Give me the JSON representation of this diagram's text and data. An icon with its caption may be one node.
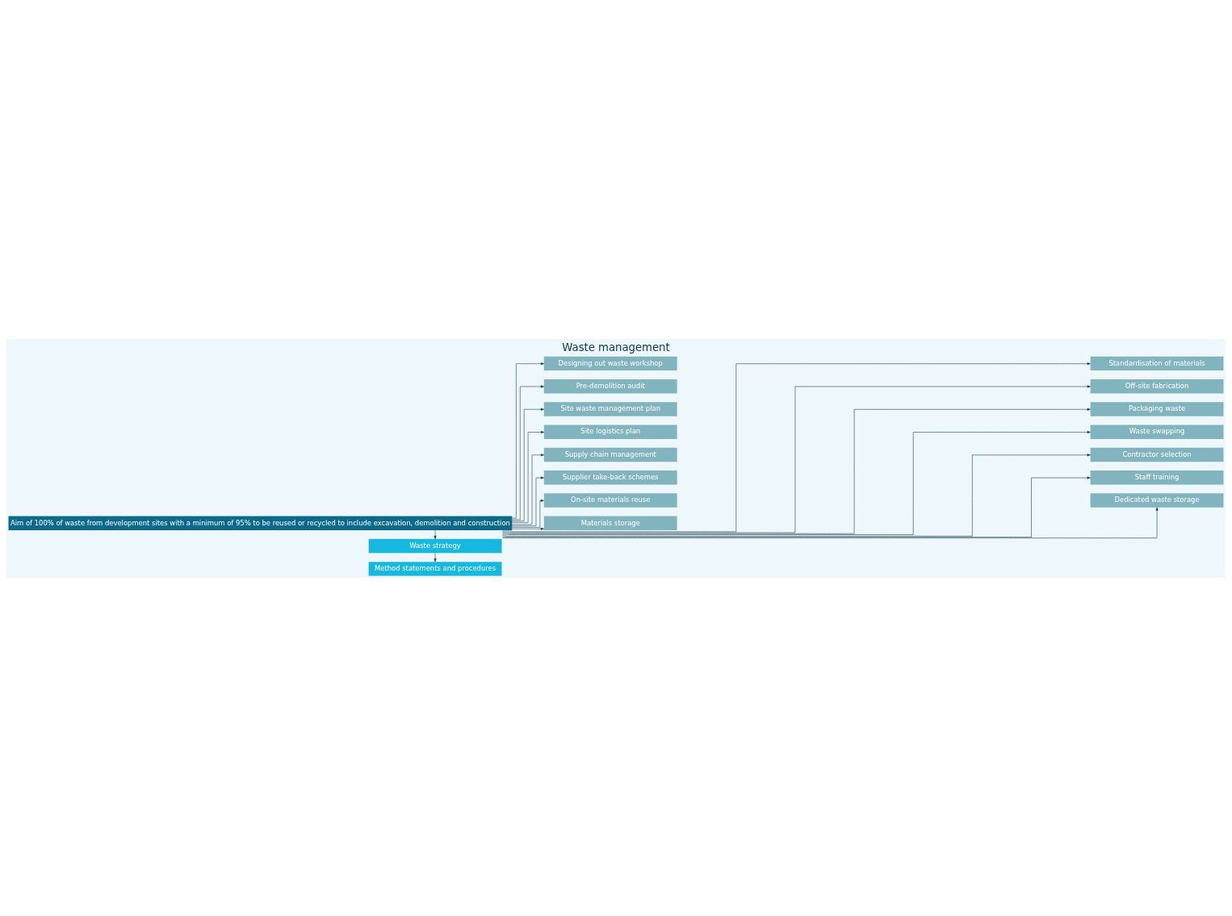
{
  "diagram": {
    "title": "Waste management",
    "nodes": [
      {
        "text": [
          "Aim of 100% of waste from development sites with a minimum of 95% to be reused or recycled to include excavation, demolition and construction"
        ]
      },
      {
        "text": [
          "Designing out waste workshop"
        ]
      },
      {
        "text": [
          "Pre-demolition audit"
        ]
      },
      {
        "text": [
          "Site waste management plan"
        ]
      },
      {
        "text": [
          "Site logistics plan"
        ]
      },
      {
        "text": [
          "Supply chain management"
        ]
      },
      {
        "text": [
          "Supplier take-back schemes"
        ]
      },
      {
        "text": [
          "On-site materials reuse"
        ]
      },
      {
        "text": [
          "Materials storage"
        ]
      },
      {
        "text": [
          "Standardisation of materials"
        ]
      },
      {
        "text": [
          "Off-site fabrication"
        ]
      },
      {
        "text": [
          "Packaging waste"
        ]
      },
      {
        "text": [
          "Waste swapping"
        ]
      },
      {
        "text": [
          "Contractor selection"
        ]
      },
      {
        "text": [
          "Staff training"
        ]
      },
      {
        "text": [
          "Dedicated waste storage"
        ]
      },
      {
        "text": [
          "Waste strategy"
        ]
      },
      {
        "text": [
          "Method statements and procedures"
        ]
      }
    ],
    "edges": [
      {
        "from": 0,
        "to": 1,
        "arrow": "to"
      },
      {
        "from": 0,
        "to": 2,
        "arrow": "to"
      },
      {
        "from": 0,
        "to": 3,
        "arrow": "to"
      },
      {
        "from": 0,
        "to": 4,
        "arrow": "to"
      },
      {
        "from": 0,
        "to": 5,
        "arrow": "to"
      },
      {
        "from": 0,
        "to": 6,
        "arrow": "to"
      },
      {
        "from": 0,
        "to": 7,
        "arrow": "to"
      },
      {
        "from": 0,
        "to": 8,
        "arrow": "to"
      },
      {
        "from": 0,
        "to": 9,
        "arrow": "to"
      },
      {
        "from": 0,
        "to": 10,
        "arrow": "to"
      },
      {
        "from": 0,
        "to": 11,
        "arrow": "to"
      },
      {
        "from": 0,
        "to": 12,
        "arrow": "to"
      },
      {
        "from": 0,
        "to": 13,
        "arrow": "to"
      },
      {
        "from": 0,
        "to": 14,
        "arrow": "to"
      },
      {
        "from": 0,
        "to": 15,
        "arrow": "to"
      },
      {
        "from": 0,
        "to": 16,
        "arrow": "to"
      },
      {
        "from": 16,
        "to": 17,
        "arrow": "to"
      }
    ]
  }
}
